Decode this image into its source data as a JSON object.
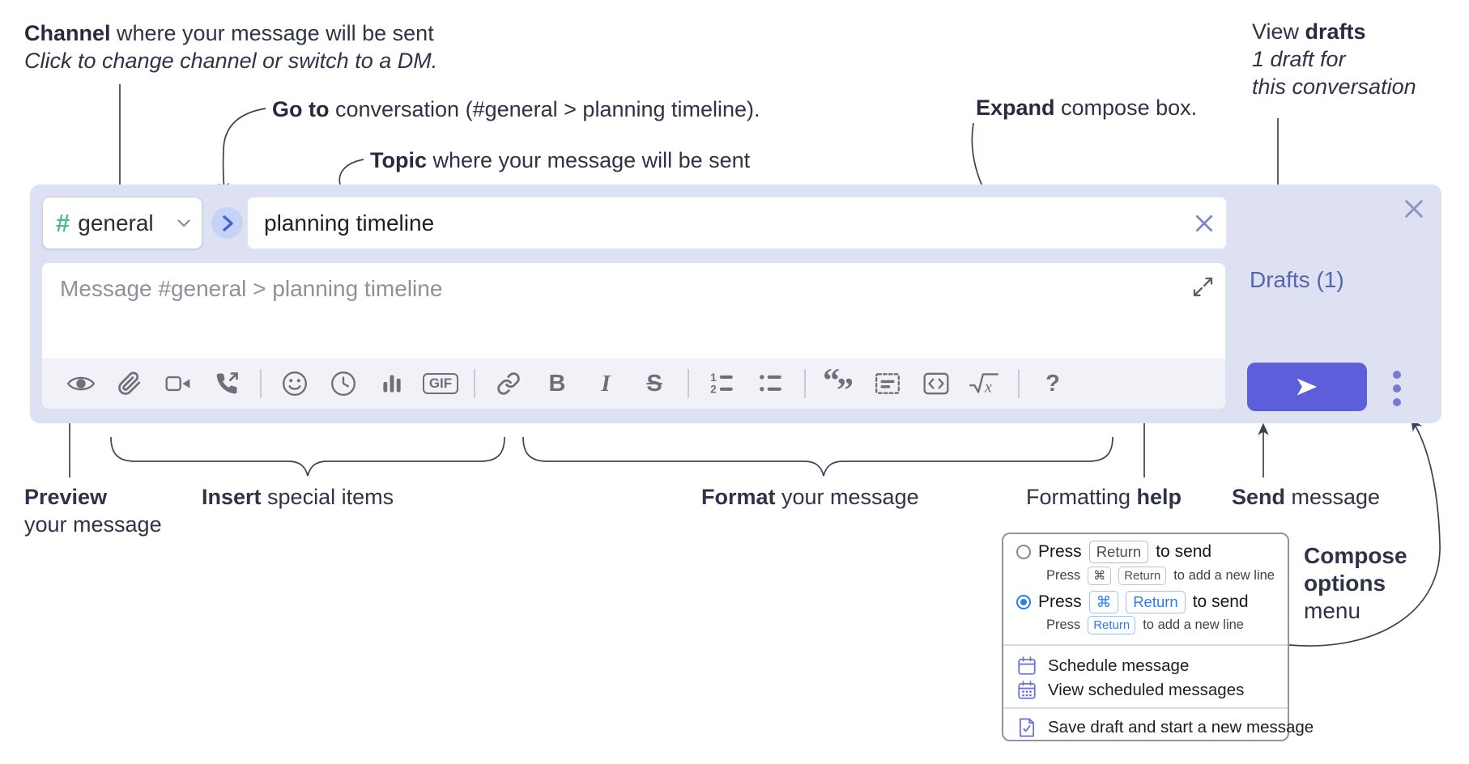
{
  "colors": {
    "compose_bg": "#dde1f2",
    "send_button": "#5c5fd9",
    "drafts_link": "#5765ad",
    "channel_hash_green": "#54b98a",
    "goto_arrow_blue": "#3e63d8",
    "kbd_blue": "#2b7cf0",
    "annotation_text": "#2f3347"
  },
  "callouts": {
    "channel": {
      "bold": "Channel",
      "rest": " where your message will be sent",
      "sub": "Click to change channel or switch to a DM."
    },
    "goto": {
      "bold": "Go to",
      "rest": " conversation (#general > planning timeline)."
    },
    "topic": {
      "bold": "Topic",
      "rest": " where your message will be sent"
    },
    "expand": {
      "bold": "Expand",
      "rest": " compose box."
    },
    "view_drafts": {
      "pre": "View ",
      "bold": "drafts",
      "sub1": "1 draft for",
      "sub2": "this conversation"
    },
    "preview": {
      "bold": "Preview",
      "line2": "your message"
    },
    "insert": {
      "bold": "Insert",
      "rest": " special items"
    },
    "format": {
      "bold": "Format",
      "rest": " your message"
    },
    "formatting_help": {
      "pre": "Formatting ",
      "bold": "help"
    },
    "send": {
      "bold": "Send",
      "rest": " message"
    },
    "compose_options": {
      "bold1": "Compose",
      "bold2": "options",
      "line3": "menu"
    }
  },
  "compose": {
    "channel_hash": "#",
    "channel_name": "general",
    "topic_value": "planning timeline",
    "message_placeholder": "Message #general > planning timeline",
    "drafts_label": "Drafts (1)",
    "gif_label": "GIF",
    "bold_label": "B",
    "italic_label": "I",
    "strike_label": "S",
    "ol_1": "1",
    "ol_2": "2",
    "quote_open": "“",
    "quote_close": "”",
    "math_x": "x",
    "help_label": "?",
    "toolbar_icons": [
      "preview-eye",
      "attach-paperclip",
      "video-call",
      "voice-call",
      "emoji-smiley",
      "time-clock",
      "poll-bar-chart",
      "gif",
      "link",
      "bold",
      "italic",
      "strikethrough",
      "numbered-list",
      "bulleted-list",
      "quote",
      "spoiler",
      "code",
      "math",
      "help"
    ]
  },
  "menu": {
    "options": [
      {
        "selected": false,
        "press": "Press",
        "key1": "Return",
        "suffix": "to send",
        "sub_press": "Press",
        "sub_key1": "⌘",
        "sub_key2": "Return",
        "sub_suffix": "to add a new line"
      },
      {
        "selected": true,
        "press": "Press",
        "key1": "⌘",
        "key2": "Return",
        "suffix": "to send",
        "sub_press": "Press",
        "sub_key1": "Return",
        "sub_suffix": "to add a new line"
      }
    ],
    "items": [
      {
        "icon": "calendar-icon",
        "label": "Schedule message"
      },
      {
        "icon": "calendar-grid-icon",
        "label": "View scheduled messages"
      },
      {
        "icon": "save-draft-icon",
        "label": "Save draft and start a new message"
      }
    ]
  }
}
